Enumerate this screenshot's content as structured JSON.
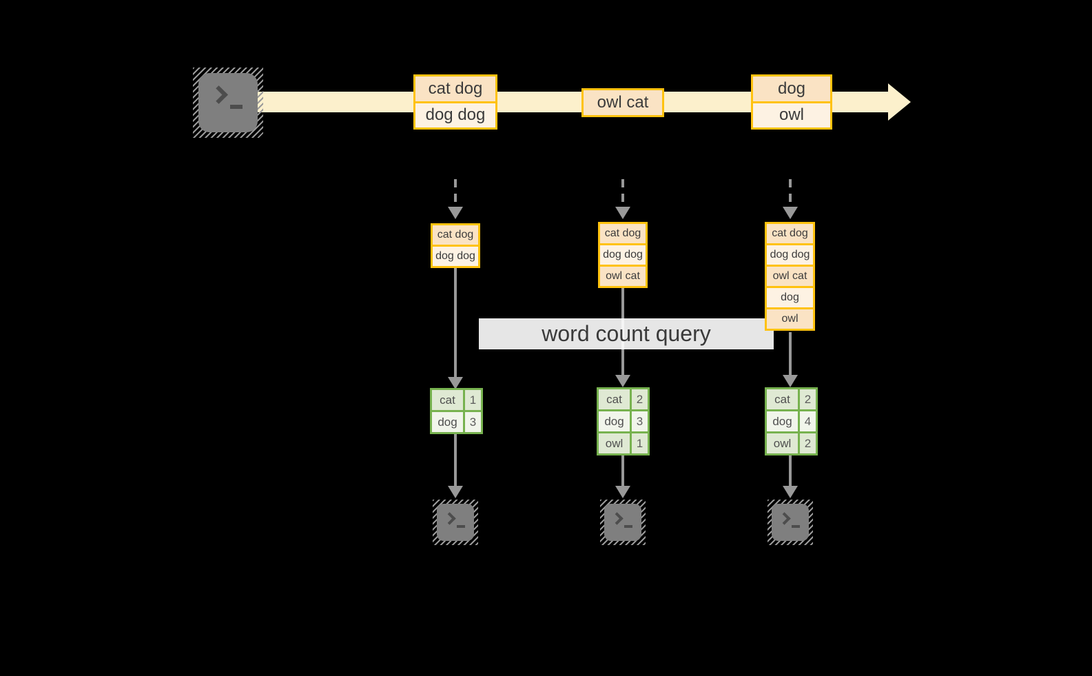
{
  "banner": {
    "label": "word count query"
  },
  "stream": {
    "batches": [
      {
        "lines": [
          "cat dog",
          "dog dog"
        ]
      },
      {
        "lines": [
          "owl cat"
        ]
      },
      {
        "lines": [
          "dog",
          "owl"
        ]
      }
    ]
  },
  "buffers": [
    {
      "lines": [
        "cat dog",
        "dog dog"
      ]
    },
    {
      "lines": [
        "cat dog",
        "dog dog",
        "owl cat"
      ]
    },
    {
      "lines": [
        "cat dog",
        "dog dog",
        "owl cat",
        "dog",
        "owl"
      ]
    }
  ],
  "counts": [
    {
      "rows": [
        [
          "cat",
          "1"
        ],
        [
          "dog",
          "3"
        ]
      ]
    },
    {
      "rows": [
        [
          "cat",
          "2"
        ],
        [
          "dog",
          "3"
        ],
        [
          "owl",
          "1"
        ]
      ]
    },
    {
      "rows": [
        [
          "cat",
          "2"
        ],
        [
          "dog",
          "4"
        ],
        [
          "owl",
          "2"
        ]
      ]
    }
  ],
  "icons": {
    "terminal_prompt": ">_"
  },
  "colors": {
    "stream": "#FCF0CC",
    "gold": "#FFC20E",
    "peach": "#FAE3C4",
    "cream": "#FDF2E3",
    "green": "#77B24F",
    "sage": "#DFE9D3",
    "mint": "#F1F5EB",
    "arrow": "#999999",
    "terminal": "#7F7F7F",
    "prompt": "#4D4D4D",
    "ink": "#3B3B3B"
  }
}
